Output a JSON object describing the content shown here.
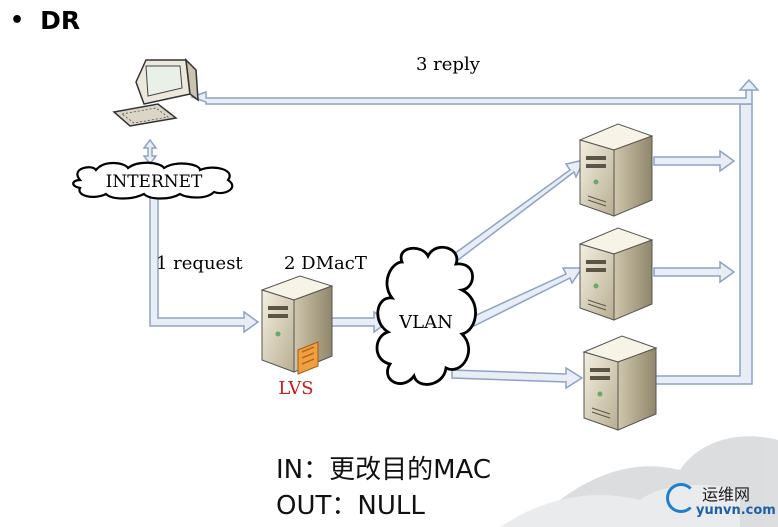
{
  "heading": {
    "bullet": "•",
    "text": "DR"
  },
  "diagram": {
    "internet_label": "INTERNET",
    "request_label": "1 request",
    "dmac_label": "2 DMacT",
    "reply_label": "3 reply",
    "vlan_label": "VLAN",
    "lvs_label": "LVS"
  },
  "caption": {
    "line1": "IN：更改目的MAC",
    "line2": "OUT：NULL"
  },
  "logo": {
    "name": "运维网",
    "domain": "yunvn.com"
  },
  "colors": {
    "arrow_fill": "#e8edf6",
    "arrow_stroke": "#8ea3c4",
    "lvs_text": "#cc1a1a"
  }
}
